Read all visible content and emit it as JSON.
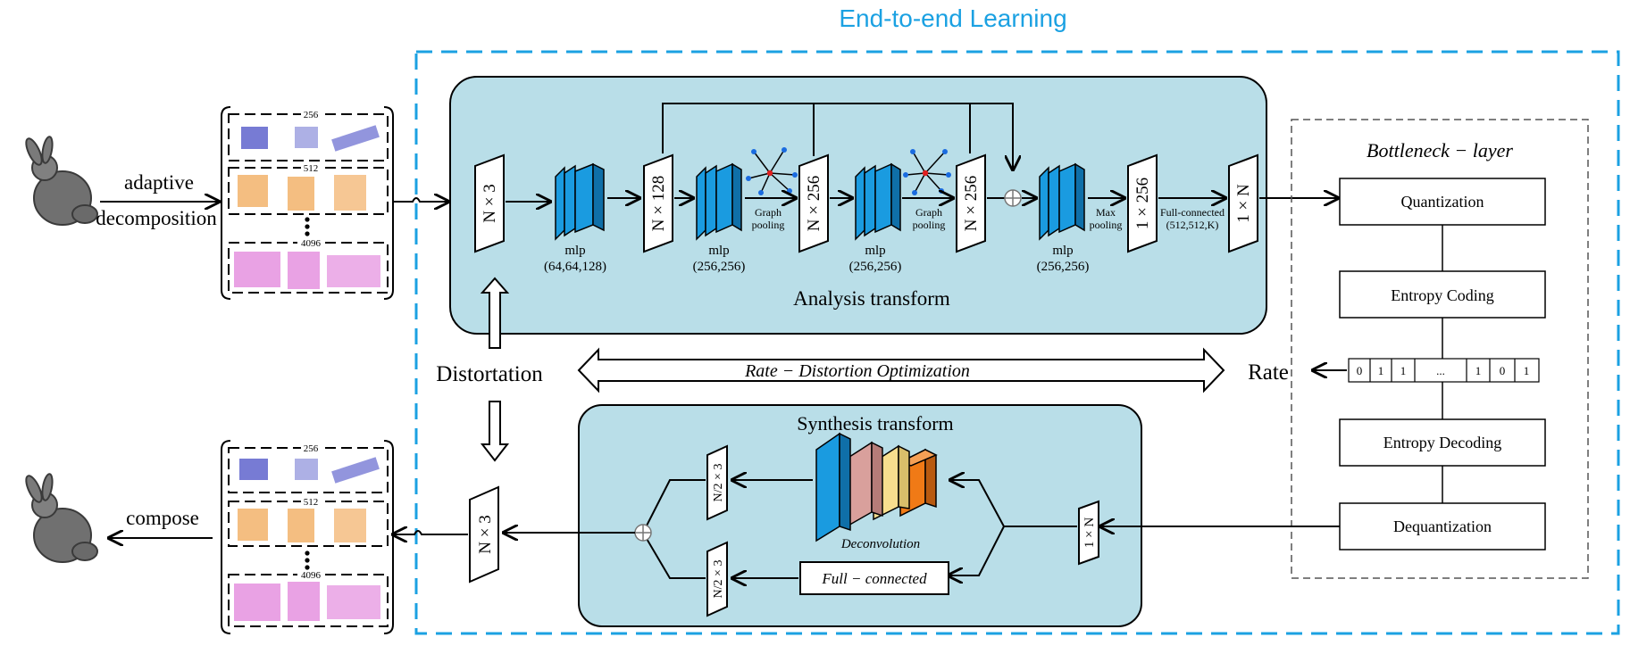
{
  "header": {
    "title": "End-to-end Learning",
    "accent_color": "#1BA1E2"
  },
  "colors": {
    "panel_fill": "#B9DEE8",
    "mlp_blue": "#1A9BE0",
    "deconv_blue": "#1A9BE0",
    "deconv_pink": "#D9A09C",
    "deconv_yellow": "#F7DE8E",
    "deconv_orange": "#F07A16",
    "cloud_blue": "#4A4FC6",
    "cloud_orange": "#F0A24C",
    "cloud_pink": "#E07AD8"
  },
  "input": {
    "step_label_1": "adaptive",
    "step_label_2": "decomposition",
    "groups": [
      "256",
      "512",
      "4096"
    ]
  },
  "output": {
    "step_label": "compose",
    "groups": [
      "256",
      "512",
      "4096"
    ]
  },
  "analysis": {
    "title": "Analysis transform",
    "tensors": [
      "N × 3",
      "N × 128",
      "N × 256",
      "N × 256",
      "1 × 256",
      "1 × N"
    ],
    "mlps": [
      {
        "name": "mlp",
        "params": "(64,64,128)"
      },
      {
        "name": "mlp",
        "params": "(256,256)"
      },
      {
        "name": "mlp",
        "params": "(256,256)"
      },
      {
        "name": "mlp",
        "params": "(256,256)"
      }
    ],
    "graph_pooling_1": [
      "Graph",
      "pooling"
    ],
    "graph_pooling_2": [
      "Graph",
      "pooling"
    ],
    "max_pooling": [
      "Max",
      "pooling"
    ],
    "full_connected": [
      "Full-connected",
      "(512,512,K)"
    ]
  },
  "middle": {
    "distortion": "Distortation",
    "rdo": "Rate − Distortion Optimization",
    "rate": "Rate"
  },
  "bottleneck": {
    "title": "Bottleneck − layer",
    "quantization": "Quantization",
    "entropy_coding": "Entropy Coding",
    "bits": [
      "0",
      "1",
      "1",
      "...",
      "1",
      "0",
      "1"
    ],
    "entropy_decoding": "Entropy Decoding",
    "dequantization": "Dequantization"
  },
  "synthesis": {
    "title": "Synthesis transform",
    "input_tensor": "1 × N",
    "deconv_label": "Deconvolution",
    "fc_label": "Full − connected",
    "half_tensor_top": "N/2 × 3",
    "half_tensor_bottom": "N/2 × 3",
    "output_tensor": "N × 3"
  }
}
